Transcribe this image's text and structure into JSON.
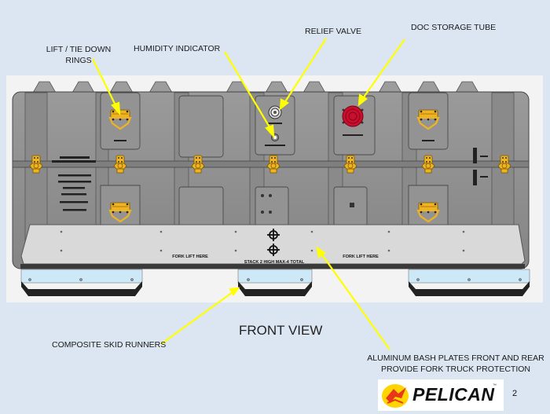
{
  "callouts": {
    "lift_tie_down": {
      "line1": "LIFT / TIE DOWN",
      "line2": "RINGS"
    },
    "humidity_indicator": "HUMIDITY INDICATOR",
    "relief_valve": "RELIEF VALVE",
    "doc_storage_tube": "DOC STORAGE TUBE",
    "composite_skid_runners": "COMPOSITE SKID RUNNERS",
    "bash_plates": {
      "line1": "ALUMINUM BASH PLATES FRONT AND REAR",
      "line2": "PROVIDE FORK TRUCK PROTECTION"
    }
  },
  "view_title": "FRONT VIEW",
  "page_number": "2",
  "logo": {
    "text": "PELICAN",
    "trademark": "™"
  },
  "case_markings": {
    "fork_lift_left": "FORK LIFT HERE",
    "fork_lift_right": "FORK LIFT HERE",
    "stack_text": "STACK 2 HIGH MAX-4 TOTAL"
  },
  "colors": {
    "background": "#dce6f2",
    "callout_line": "#ffff00",
    "case_body": "#8e8e8e",
    "bash_plate": "#d9d9d9",
    "hardware": "#f0b323",
    "doc_tube": "#c8102e",
    "skid_top": "#cde8f7"
  }
}
